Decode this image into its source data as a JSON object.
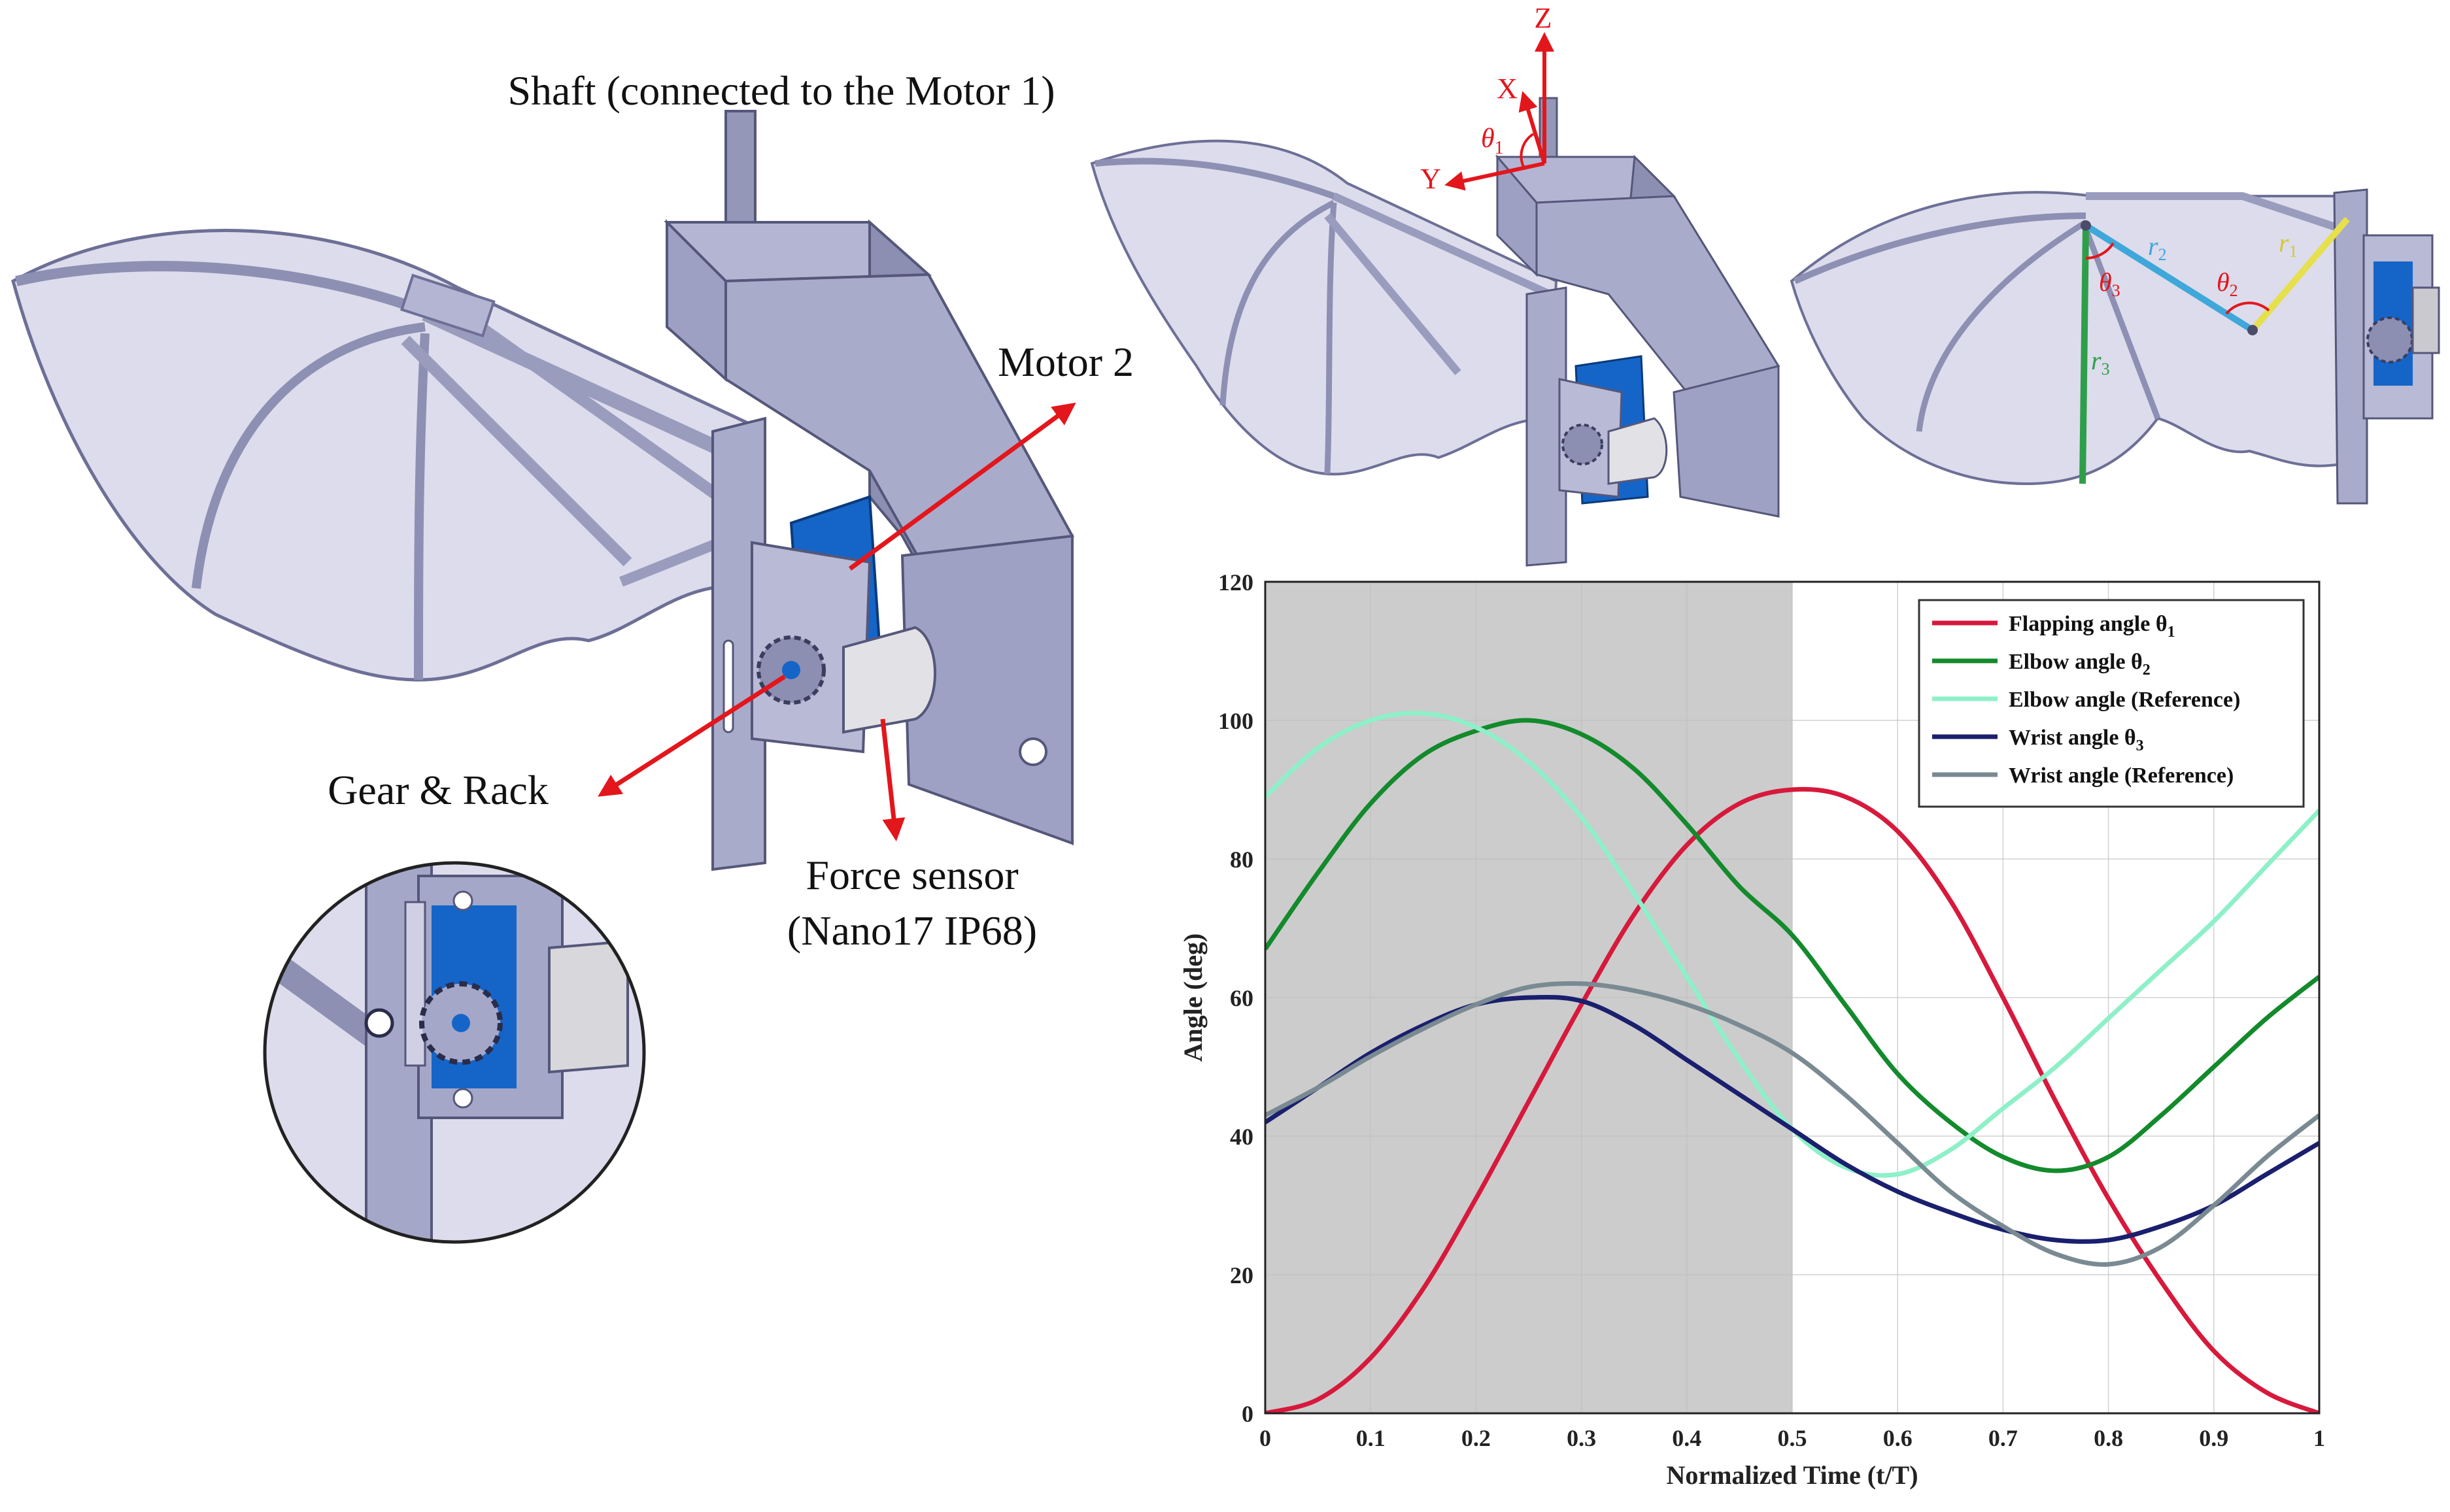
{
  "callouts": {
    "shaft": "Shaft (connected to the Motor 1)",
    "motor2": "Motor 2",
    "gear_rack": "Gear & Rack",
    "force_sensor_line1": "Force sensor",
    "force_sensor_line2": "(Nano17 IP68)"
  },
  "axes_labels": {
    "z": "Z",
    "x": "X",
    "y": "Y",
    "theta1": "θ",
    "theta1_sub": "1"
  },
  "wing_labels": {
    "r1": "r",
    "r1_sub": "1",
    "r2": "r",
    "r2_sub": "2",
    "r3": "r",
    "r3_sub": "3",
    "theta2": "θ",
    "theta2_sub": "2",
    "theta3": "θ",
    "theta3_sub": "3"
  },
  "colors": {
    "flapping": "#d7193c",
    "elbow": "#138a2c",
    "elbow_ref": "#8ef0c8",
    "wrist": "#1a1f6e",
    "wrist_ref": "#7a8a92",
    "shade": "#cccccc",
    "part": "#a5a7c9",
    "membrane": "#dcdcec",
    "motor": "#1565c8",
    "arrow": "#e3161c"
  },
  "chart_data": {
    "type": "line",
    "xlabel": "Normalized Time (t/T)",
    "ylabel": "Angle (deg)",
    "xlim": [
      0,
      1
    ],
    "ylim": [
      0,
      120
    ],
    "x_ticks": [
      "0",
      "0.1",
      "0.2",
      "0.3",
      "0.4",
      "0.5",
      "0.6",
      "0.7",
      "0.8",
      "0.9",
      "1"
    ],
    "y_ticks": [
      "0",
      "20",
      "40",
      "60",
      "80",
      "100",
      "120"
    ],
    "grid": true,
    "legend_position": "top-right",
    "shaded_region": [
      0,
      0.5
    ],
    "series": [
      {
        "name": "Flapping angle θ1",
        "label": "Flapping angle θ",
        "sub": "1",
        "color": "#d7193c",
        "x": [
          0,
          0.05,
          0.1,
          0.15,
          0.2,
          0.25,
          0.3,
          0.35,
          0.4,
          0.45,
          0.5,
          0.55,
          0.6,
          0.65,
          0.7,
          0.75,
          0.8,
          0.85,
          0.9,
          0.95,
          1
        ],
        "y": [
          0,
          2,
          8,
          18,
          31,
          45,
          59,
          72,
          82,
          88,
          90,
          89,
          84,
          74,
          60,
          45,
          31,
          19,
          9,
          3,
          0
        ]
      },
      {
        "name": "Elbow angle θ2",
        "label": "Elbow angle θ",
        "sub": "2",
        "color": "#138a2c",
        "x": [
          0,
          0.05,
          0.1,
          0.15,
          0.2,
          0.25,
          0.3,
          0.35,
          0.4,
          0.45,
          0.5,
          0.55,
          0.6,
          0.65,
          0.7,
          0.75,
          0.8,
          0.85,
          0.9,
          0.95,
          1
        ],
        "y": [
          67,
          78,
          88,
          95,
          98.5,
          100,
          98,
          93,
          85,
          76,
          69,
          59,
          49,
          42,
          37,
          35,
          37,
          43,
          50,
          57,
          63
        ]
      },
      {
        "name": "Elbow angle (Reference)",
        "label": "Elbow angle (Reference)",
        "sub": "",
        "color": "#8ef0c8",
        "x": [
          0,
          0.05,
          0.1,
          0.15,
          0.2,
          0.25,
          0.3,
          0.35,
          0.4,
          0.45,
          0.5,
          0.55,
          0.6,
          0.65,
          0.7,
          0.75,
          0.8,
          0.85,
          0.9,
          0.95,
          1
        ],
        "y": [
          89,
          96,
          100,
          101,
          99,
          94,
          86,
          75,
          63,
          51,
          41,
          35.5,
          34.5,
          38,
          44,
          50,
          57,
          64,
          71,
          79,
          87
        ]
      },
      {
        "name": "Wrist angle θ3",
        "label": "Wrist angle θ",
        "sub": "3",
        "color": "#1a1f6e",
        "x": [
          0,
          0.05,
          0.1,
          0.15,
          0.2,
          0.25,
          0.3,
          0.35,
          0.4,
          0.45,
          0.5,
          0.55,
          0.6,
          0.65,
          0.7,
          0.75,
          0.8,
          0.85,
          0.9,
          0.95,
          1
        ],
        "y": [
          42,
          47,
          52,
          56,
          59,
          60,
          59.5,
          56,
          51,
          46,
          41,
          36,
          32,
          29,
          26.5,
          25,
          25,
          27,
          30,
          34.5,
          39
        ]
      },
      {
        "name": "Wrist angle (Reference)",
        "label": "Wrist angle (Reference)",
        "sub": "",
        "color": "#7a8a92",
        "x": [
          0,
          0.05,
          0.1,
          0.15,
          0.2,
          0.25,
          0.3,
          0.35,
          0.4,
          0.45,
          0.5,
          0.55,
          0.6,
          0.65,
          0.7,
          0.75,
          0.8,
          0.85,
          0.9,
          0.95,
          1
        ],
        "y": [
          43,
          47,
          51.5,
          55.5,
          59,
          61.5,
          62,
          61,
          59,
          56,
          52,
          46,
          39,
          32,
          27,
          23,
          21.5,
          24,
          30,
          37,
          43
        ]
      }
    ]
  }
}
